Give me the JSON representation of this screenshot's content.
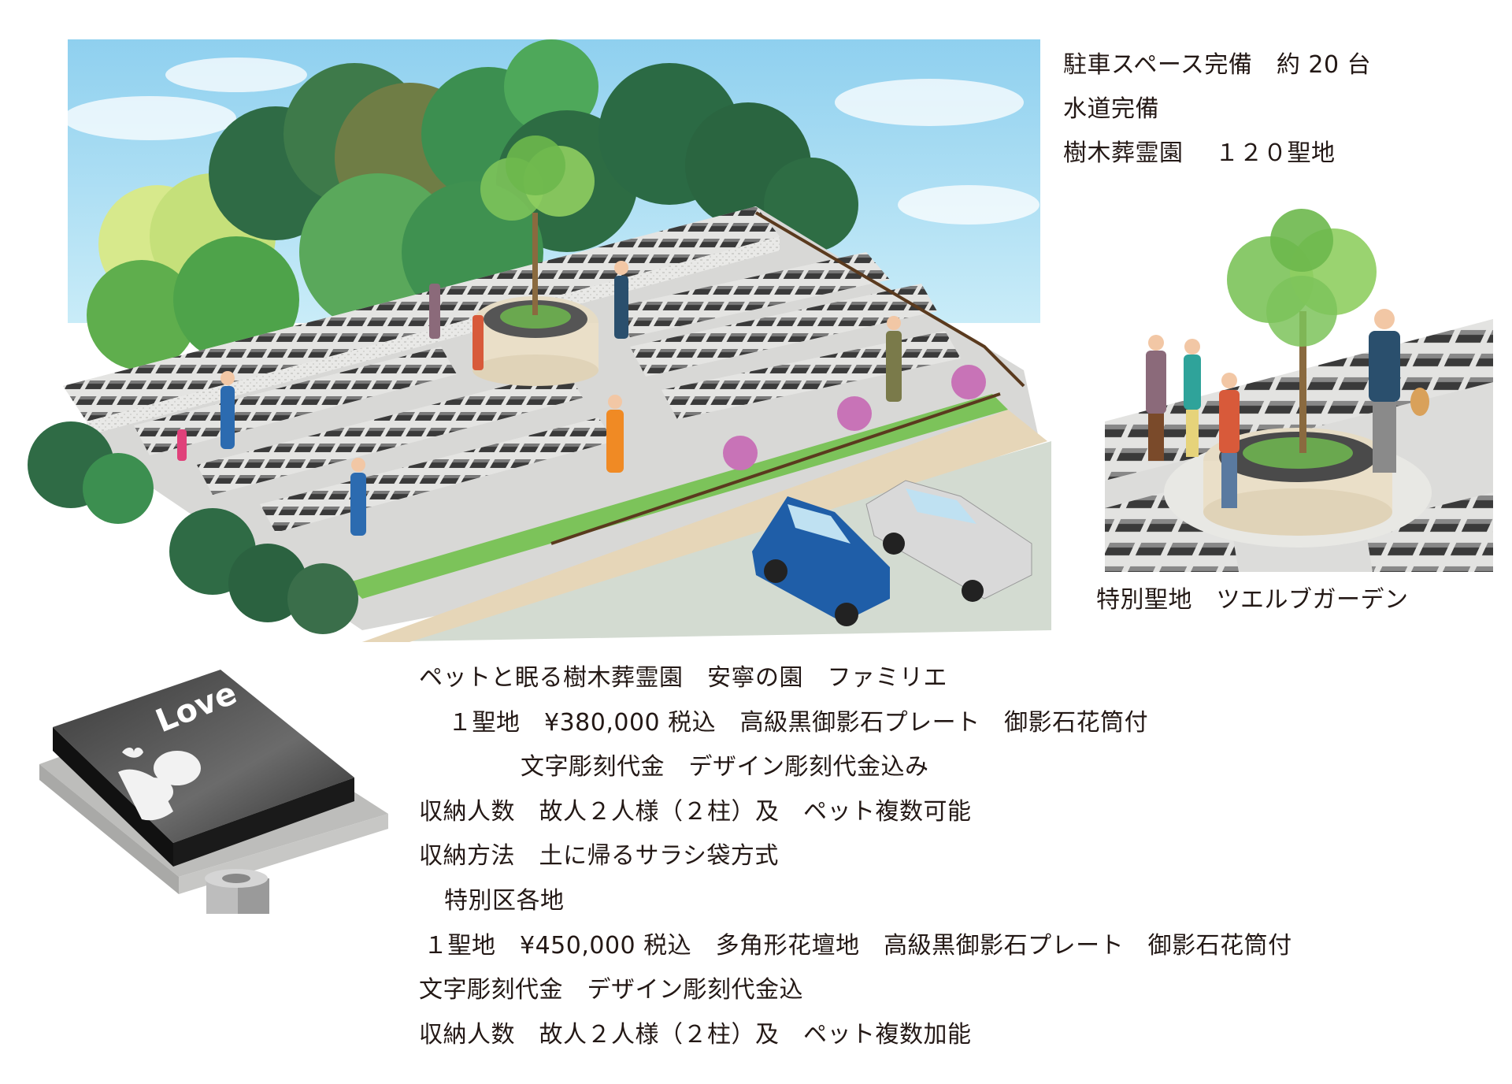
{
  "facilities": {
    "parking": "駐車スペース完備　約 20 台",
    "water": "水道完備",
    "plots": "樹木葬霊園　 １２０聖地"
  },
  "special_caption": "特別聖地　ツエルブガーデン",
  "plate": {
    "engraving": "Love"
  },
  "plan": {
    "title": "ペットと眠る樹木葬霊園　安寧の園　ファミリエ",
    "lines": [
      "１聖地　¥380,000 税込　高級黒御影石プレート　御影石花筒付",
      "文字彫刻代金　デザイン彫刻代金込み",
      "収納人数　故人２人様（２柱）及　ペット複数可能",
      "収納方法　土に帰るサラシ袋方式",
      "特別区各地",
      "１聖地　¥450,000 税込　多角形花壇地　高級黒御影石プレート　御影石花筒付",
      "文字彫刻代金　デザイン彫刻代金込",
      "収納人数　故人２人様（２柱）及　ペット複数加能"
    ]
  },
  "colors": {
    "sky": "#a9dcf2",
    "tree_dark": "#2f6b45",
    "tree_light": "#7cc35a",
    "car_blue": "#1f5ea8",
    "car_silver": "#d9d9d9",
    "text": "#231815"
  }
}
